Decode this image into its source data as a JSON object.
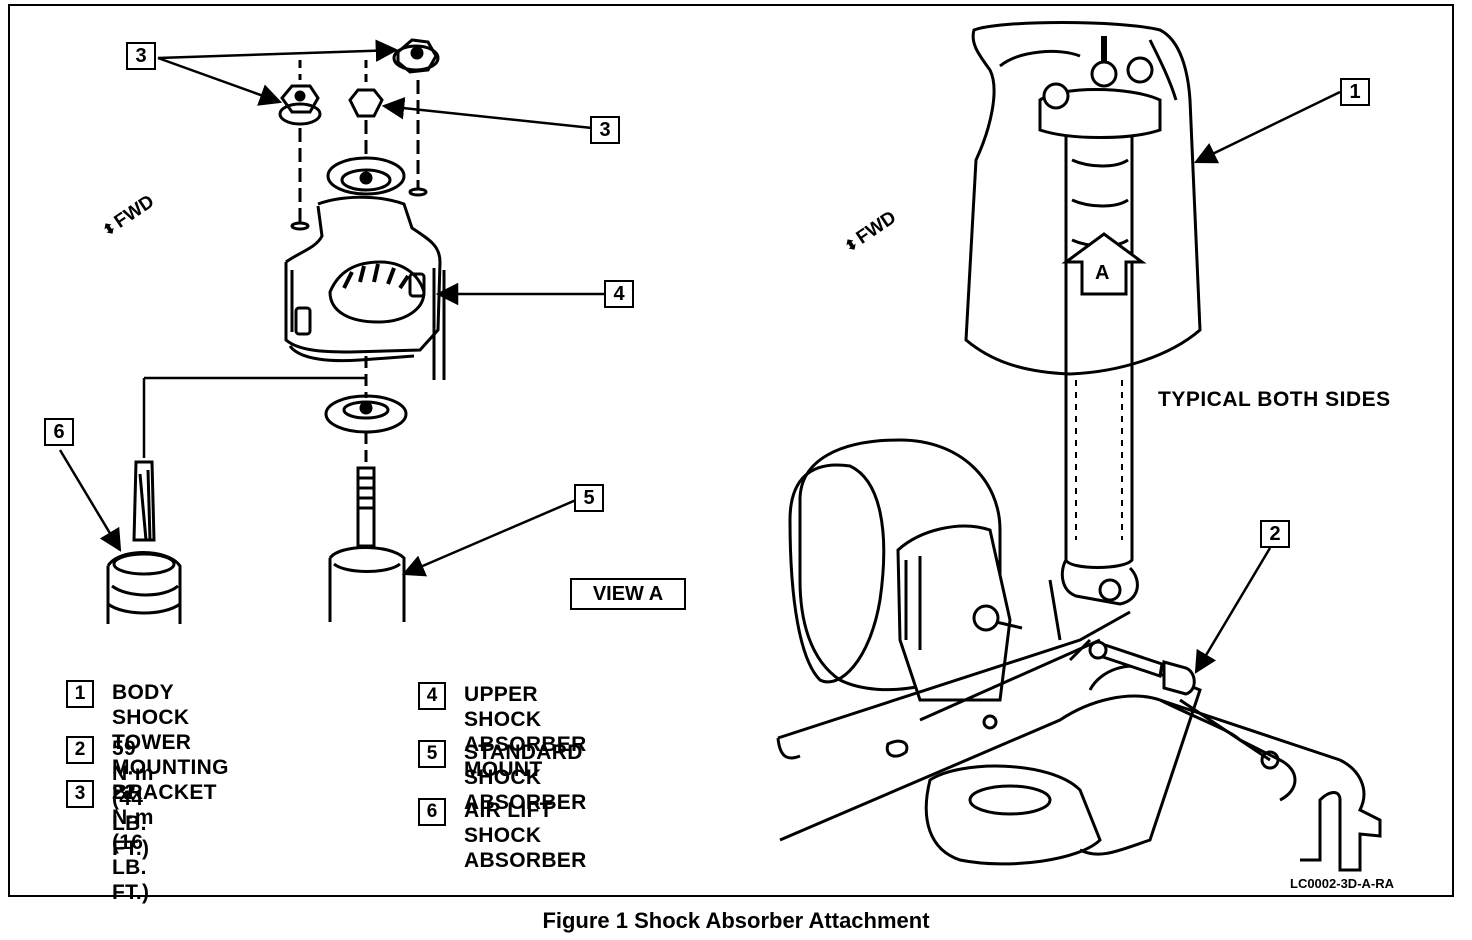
{
  "figure": {
    "caption": "Figure 1 Shock Absorber Attachment",
    "code": "LC0002-3D-A-RA",
    "view_label": "VIEW A",
    "arrow_label": "A",
    "typical_label": "TYPICAL BOTH SIDES",
    "fwd_label": "FWD"
  },
  "callouts": [
    "3",
    "3",
    "4",
    "6",
    "5",
    "1",
    "2"
  ],
  "legend": [
    {
      "num": "1",
      "text": "BODY SHOCK TOWER\nMOUNTING BRACKET"
    },
    {
      "num": "2",
      "text": "59 N·m (44 LB. FT.)"
    },
    {
      "num": "3",
      "text": "22 N·m (16 LB. FT.)"
    },
    {
      "num": "4",
      "text": "UPPER SHOCK\nABSORBER MOUNT"
    },
    {
      "num": "5",
      "text": "STANDARD SHOCK\nABSORBER"
    },
    {
      "num": "6",
      "text": "AIR LIFT SHOCK\nABSORBER"
    }
  ]
}
